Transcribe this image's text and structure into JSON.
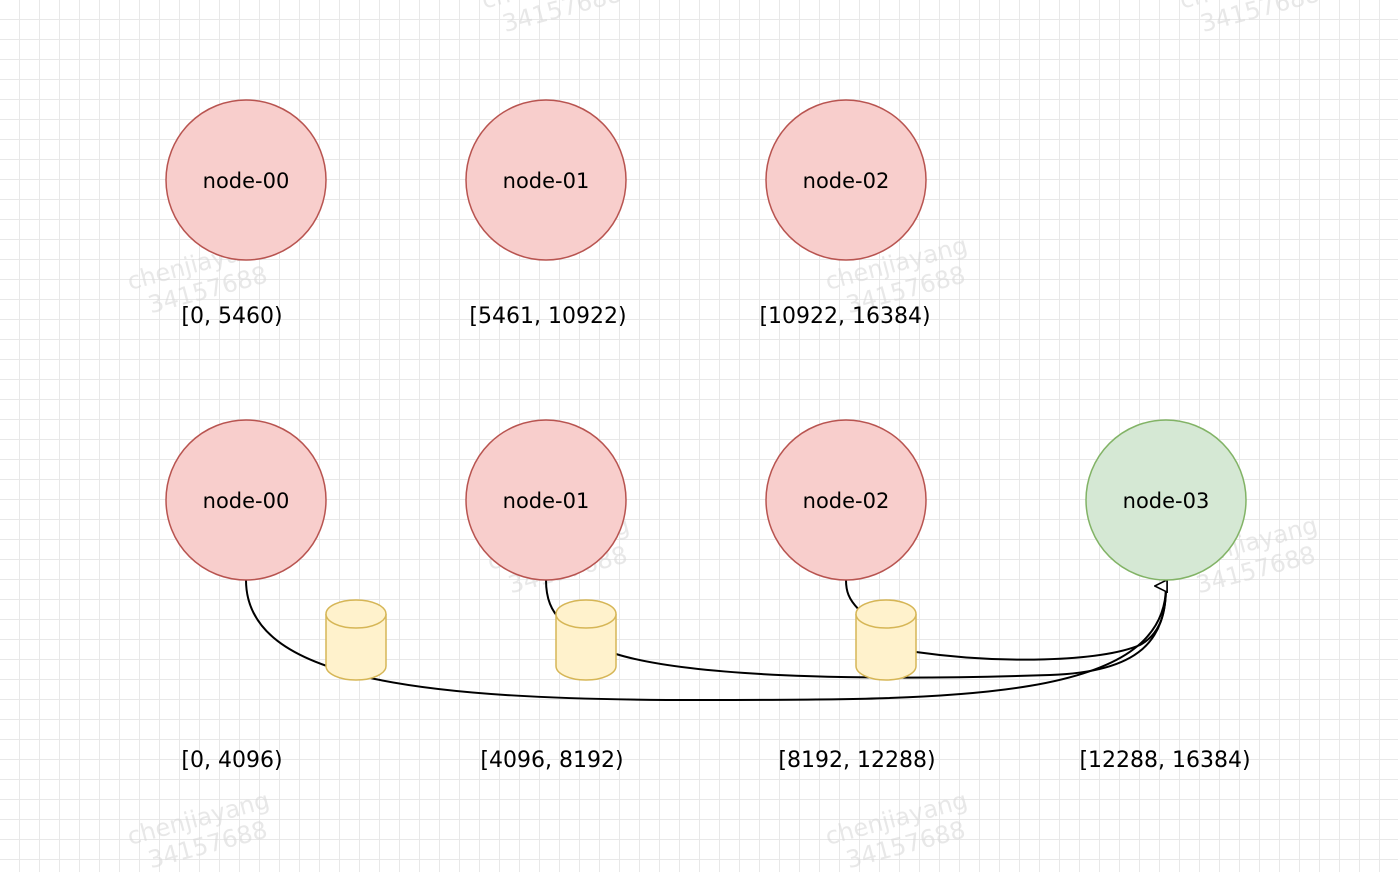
{
  "colors": {
    "node_fill": "#f8cecc",
    "node_stroke": "#b85450",
    "new_node_fill": "#d5e8d4",
    "new_node_stroke": "#82b366",
    "db_fill": "#fff2cc",
    "db_stroke": "#d6b656",
    "edge": "#000000"
  },
  "watermark": {
    "name": "chenjiayang",
    "id": "34157688"
  },
  "top_row": {
    "nodes": [
      {
        "label": "node-00"
      },
      {
        "label": "node-01"
      },
      {
        "label": "node-02"
      }
    ],
    "ranges": [
      "[0, 5460)",
      "[5461, 10922)",
      "[10922, 16384)"
    ]
  },
  "bottom_row": {
    "nodes": [
      {
        "label": "node-00"
      },
      {
        "label": "node-01"
      },
      {
        "label": "node-02"
      },
      {
        "label": "node-03"
      }
    ],
    "ranges": [
      "[0, 4096)",
      "[4096, 8192)",
      "[8192, 12288)",
      "[12288, 16384)"
    ]
  }
}
